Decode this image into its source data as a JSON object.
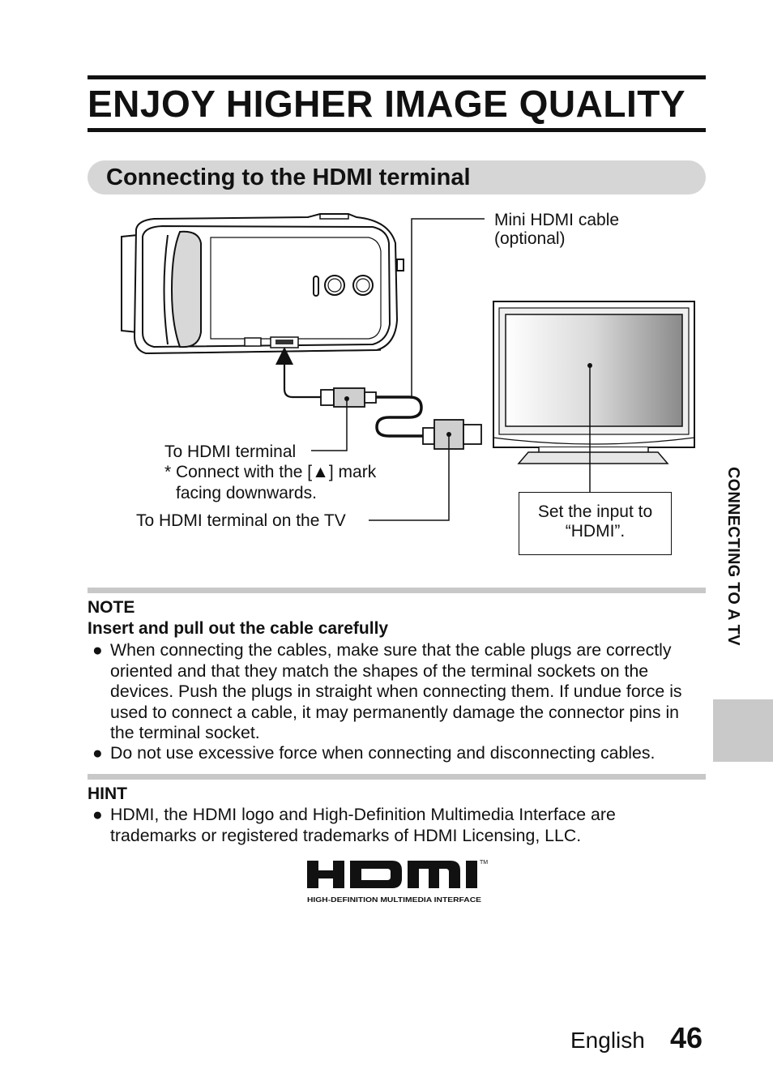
{
  "header": {
    "title": "ENJOY HIGHER IMAGE QUALITY",
    "section_title": "Connecting to the HDMI terminal"
  },
  "diagram": {
    "cable_label_line1": "Mini HDMI cable",
    "cable_label_line2": "(optional)",
    "camera_terminal_label": "To HDMI terminal",
    "camera_terminal_note_line1": "* Connect with the [▲] mark",
    "camera_terminal_note_line2": "facing downwards.",
    "tv_terminal_label": "To HDMI terminal on the TV",
    "tv_input_line1": "Set the input to",
    "tv_input_line2": "“HDMI”."
  },
  "note": {
    "heading": "NOTE",
    "subheading": "Insert and pull out the cable carefully",
    "bullets": [
      "When connecting the cables, make sure that the cable plugs are correctly oriented and that they match the shapes of the terminal sockets on the devices. Push the plugs in straight when connecting them. If undue force is used to connect a cable, it may permanently damage the connector pins in the terminal socket.",
      "Do not use excessive force when connecting and disconnecting cables."
    ]
  },
  "hint": {
    "heading": "HINT",
    "bullets": [
      "HDMI, the HDMI logo and High-Definition Multimedia Interface are trademarks or registered trademarks of HDMI Licensing, LLC."
    ]
  },
  "logo": {
    "wordmark": "HDMI",
    "tm": "TM",
    "tagline": "HIGH-DEFINITION MULTIMEDIA INTERFACE"
  },
  "side_tab": {
    "label": "CONNECTING TO A TV"
  },
  "footer": {
    "language": "English",
    "page_number": "46"
  },
  "bullet_glyph": "●"
}
